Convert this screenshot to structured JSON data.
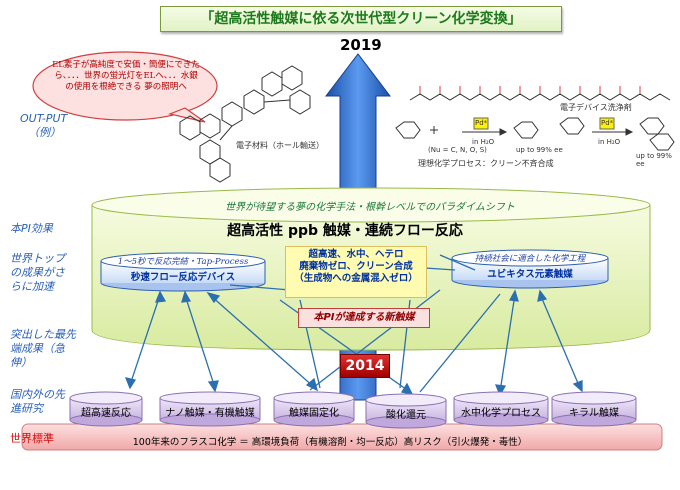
{
  "title": "「超高活性触媒に依る次世代型クリーン化学変換」",
  "year_top": "2019",
  "year_mid": "2014",
  "bubble_text": "EL素子が高純度で安価・簡便にできたら、．．．世界の蛍光灯をELへ、．．水銀の使用を根絶できる 夢の照明へ",
  "left_labels": {
    "output": "OUT-PUT",
    "output_example": "（例）",
    "pi_effect": "本PI効果",
    "world_top": "世界トップの成果がさらに加速",
    "outstanding": "突出した最先端成果（急伸）",
    "domestic": "国内外の先進研究",
    "standard": "世界標準"
  },
  "captions": {
    "electronic_material": "電子材料（ホール輸送）",
    "device_cleaner": "電子デバイス洗浄剤",
    "ideal_process": "理想化学プロセス：クリーン不斉合成",
    "in_h2o": "in H₂O",
    "up_to_99": "up to 99% ee",
    "nu_label": "(Nu = C, N, O, S)",
    "pd": "Pd*"
  },
  "pill_top_text": "世界が待望する夢の化学手法・根幹レベルでのパラダイムシフト",
  "main_text": "超高活性 ppb 触媒・連続フロー反応",
  "left_box": {
    "line1": "1〜5秒で反応完結・Tap-Process",
    "line2": "秒速フロー反応デバイス"
  },
  "right_box": {
    "line1": "持続社会に適合した化学工程",
    "line2": "ユビキタス元素触媒"
  },
  "center_box": {
    "line1": "超高速、水中、ヘテロ",
    "line2": "廃棄物ゼロ、クリーン合成",
    "line3": "（生成物への金属混入ゼロ）"
  },
  "new_catalyst": "本PIが達成する新触媒",
  "discs": [
    "超高速反応",
    "ナノ触媒・有機触媒",
    "触媒固定化",
    "酸化還元",
    "水中化学プロセス",
    "キラル触媒"
  ],
  "bottom_bar": "100年来のフラスコ化学 ＝ 高環境負荷（有機溶剤・均一反応）高リスク（引火爆発・毒性）",
  "colors": {
    "arrow": "#2a6fd0",
    "pill": "#e6f2b8",
    "disc": "#d8c8ec",
    "bottom_bar": "#f8c8c8",
    "title_text": "#1c7a1c"
  }
}
